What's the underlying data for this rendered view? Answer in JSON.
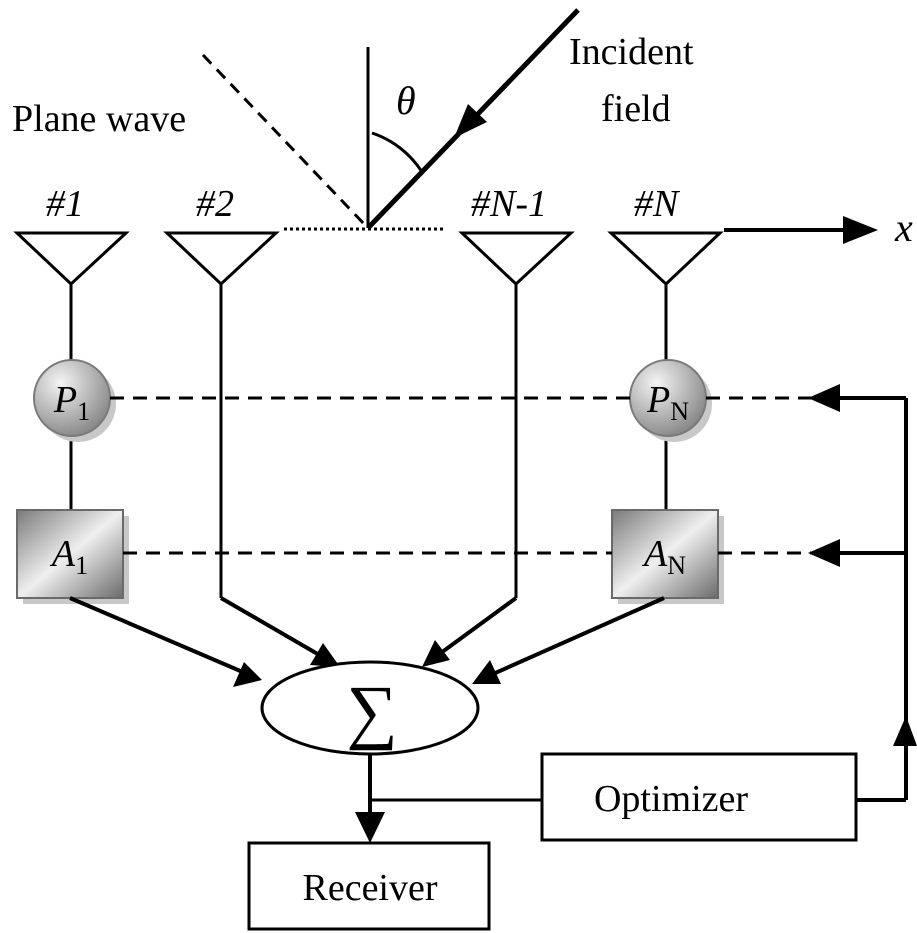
{
  "labels": {
    "plane_wave": "Plane wave",
    "incident_line1": "Incident",
    "incident_line2": "field",
    "theta": "θ",
    "x_axis": "x",
    "sum_symbol": "∑",
    "optimizer": "Optimizer",
    "receiver": "Receiver"
  },
  "antennas": [
    {
      "label": "#1"
    },
    {
      "label": "#2"
    },
    {
      "label": "#N-1"
    },
    {
      "label": "#N"
    }
  ],
  "phase_shifters": [
    {
      "letter": "P",
      "sub": "1"
    },
    {
      "letter": "P",
      "sub": "N"
    }
  ],
  "amplifiers": [
    {
      "letter": "A",
      "sub": "1"
    },
    {
      "letter": "A",
      "sub": "N"
    }
  ],
  "colors": {
    "line": "#000000",
    "phase_fill_light": "#f2f2f2",
    "phase_fill_dark": "#8a8a8a",
    "amp_fill_light": "#eeeeee",
    "amp_fill_dark": "#6f6f6f",
    "shadow": "#c8c8c8"
  }
}
